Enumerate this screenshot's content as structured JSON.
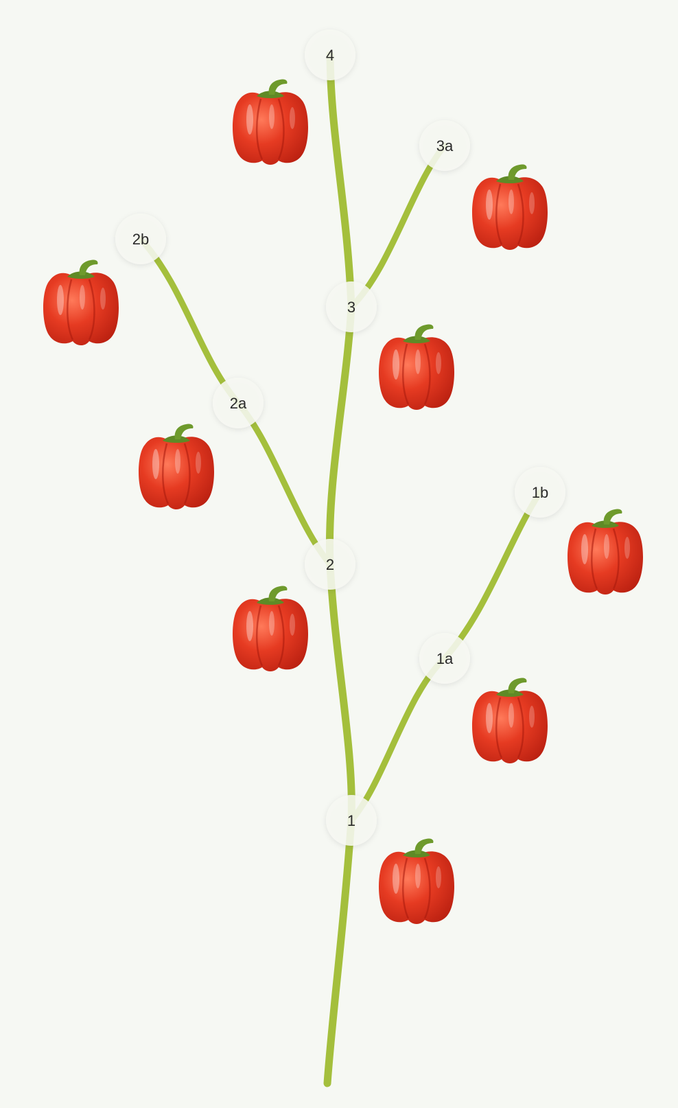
{
  "colors": {
    "background": "#f6f8f3",
    "stem": "#a4bf3c",
    "node_fill": "#f7f8f3",
    "pepper_red": "#e23a22",
    "pepper_stem": "#5f8a26"
  },
  "nodes": [
    {
      "id": "n4",
      "label": "4"
    },
    {
      "id": "n3a",
      "label": "3a"
    },
    {
      "id": "n2b",
      "label": "2b"
    },
    {
      "id": "n3",
      "label": "3"
    },
    {
      "id": "n2a",
      "label": "2a"
    },
    {
      "id": "n1b",
      "label": "1b"
    },
    {
      "id": "n2",
      "label": "2"
    },
    {
      "id": "n1a",
      "label": "1a"
    },
    {
      "id": "n1",
      "label": "1"
    }
  ],
  "icons": {
    "pepper": "bell-pepper-icon"
  }
}
